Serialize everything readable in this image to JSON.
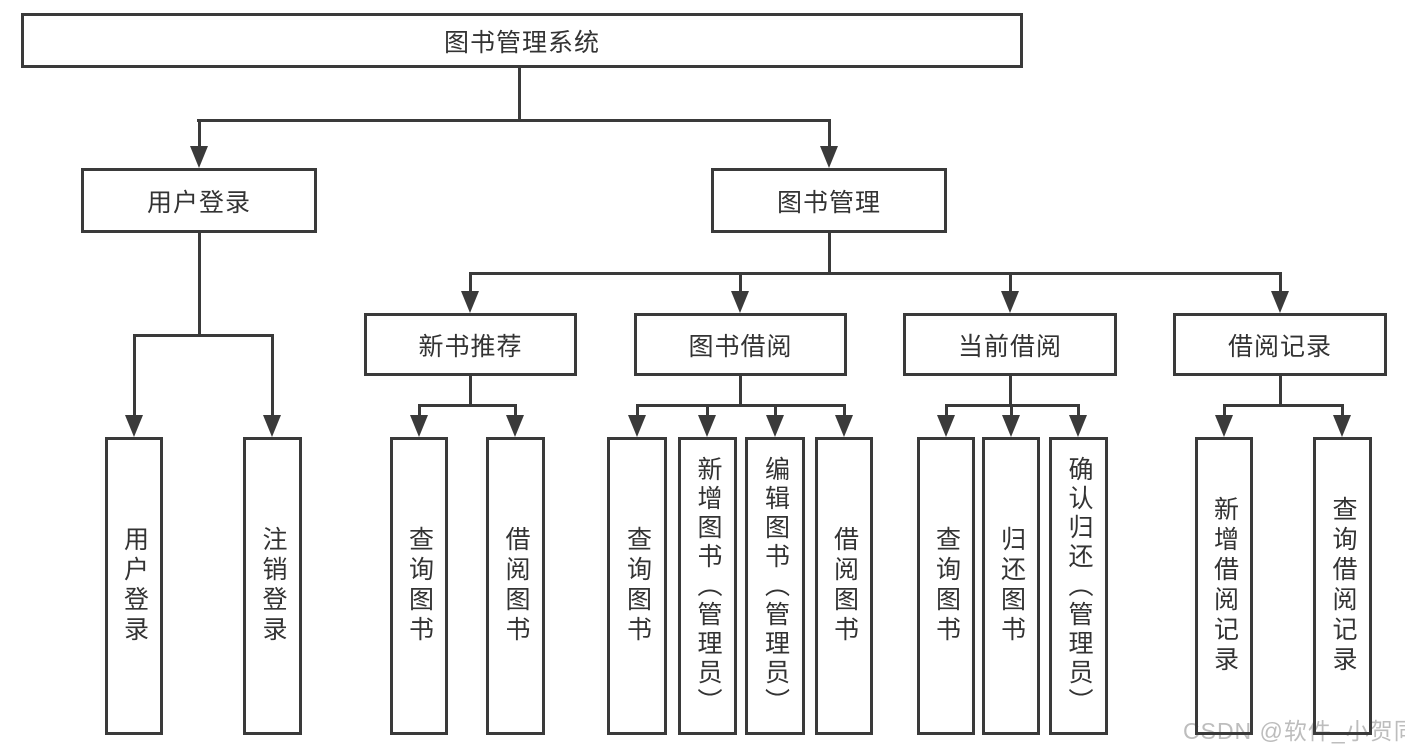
{
  "diagram": {
    "title": "图书管理系统",
    "branches": [
      {
        "label": "用户登录",
        "children": [
          "用户登录",
          "注销登录"
        ]
      },
      {
        "label": "图书管理",
        "groups": [
          {
            "label": "新书推荐",
            "children": [
              "查询图书",
              "借阅图书"
            ]
          },
          {
            "label": "图书借阅",
            "children": [
              "查询图书",
              "新增图书（管理员）",
              "编辑图书（管理员）",
              "借阅图书"
            ]
          },
          {
            "label": "当前借阅",
            "children": [
              "查询图书",
              "归还图书",
              "确认归还（管理员）"
            ]
          },
          {
            "label": "借阅记录",
            "children": [
              "新增借阅记录",
              "查询借阅记录"
            ]
          }
        ]
      }
    ],
    "watermark": "CSDN @软件_小贺同学",
    "colors": {
      "line": "#3a3a3a",
      "text": "#333333",
      "watermark": "#bdbdbd",
      "background": "#ffffff"
    }
  }
}
